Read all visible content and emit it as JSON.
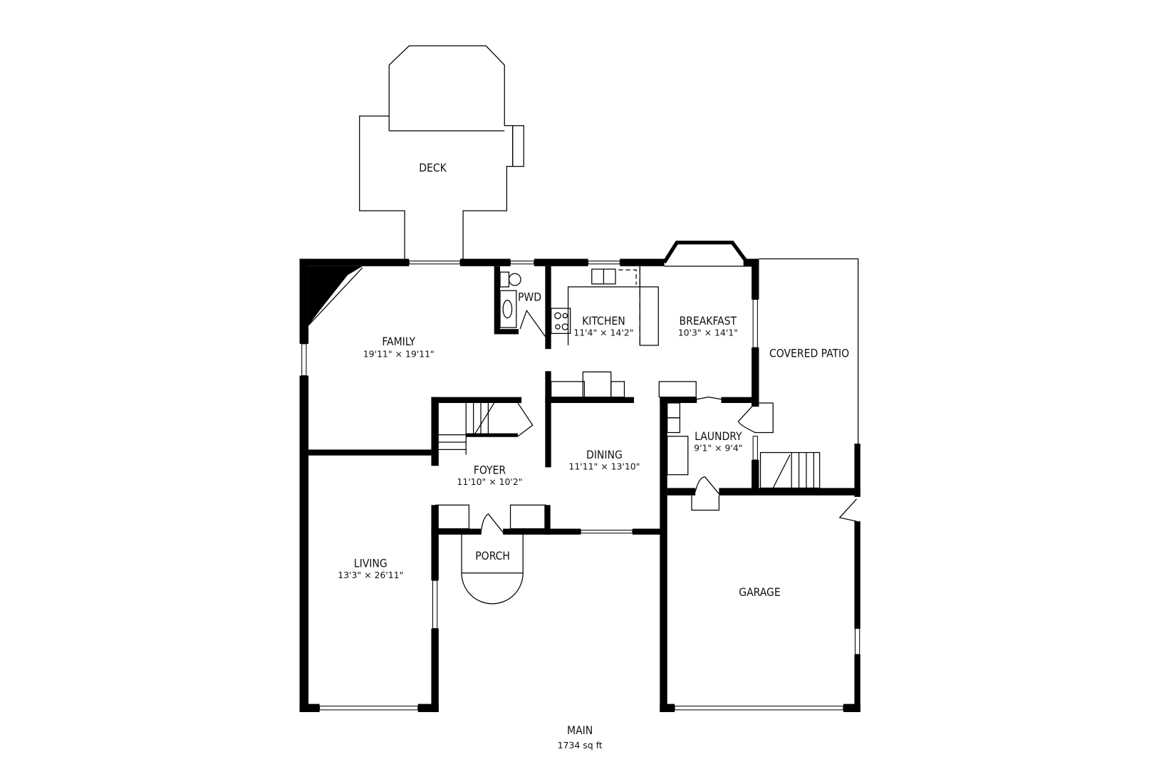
{
  "floor": {
    "name": "MAIN",
    "area": "1734 sq ft"
  },
  "rooms": [
    {
      "name": "DECK"
    },
    {
      "name": "FAMILY",
      "dimensions": "19'11\" × 19'11\""
    },
    {
      "name": "PWD"
    },
    {
      "name": "KITCHEN",
      "dimensions": "11'4\" × 14'2\""
    },
    {
      "name": "BREAKFAST",
      "dimensions": "10'3\" × 14'1\""
    },
    {
      "name": "COVERED PATIO"
    },
    {
      "name": "DINING",
      "dimensions": "11'11\" × 13'10\""
    },
    {
      "name": "FOYER",
      "dimensions": "11'10\" × 10'2\""
    },
    {
      "name": "LAUNDRY",
      "dimensions": "9'1\" × 9'4\""
    },
    {
      "name": "PORCH"
    },
    {
      "name": "LIVING",
      "dimensions": "13'3\" × 26'11\""
    },
    {
      "name": "GARAGE"
    }
  ]
}
